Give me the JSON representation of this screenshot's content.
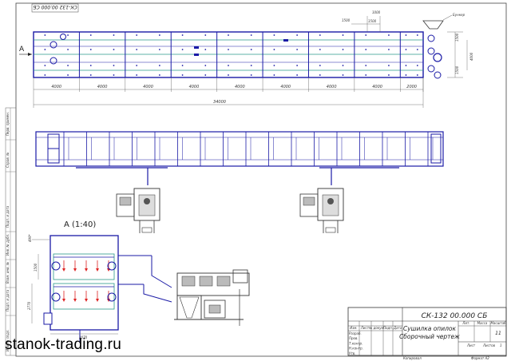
{
  "drawing": {
    "code": "СК-132 00.000 СБ",
    "code_rotated": "СК-132 00.000 СБ",
    "title_line1": "Сушилка опилок",
    "title_line2": "Сборочный чертеж",
    "sheet_number": "11",
    "format": "Формат А2",
    "copied": "Копировал",
    "mass_label": "Масса",
    "scale_label": "Масштаб",
    "lit_label": "Лит.",
    "sheet_label": "Лист",
    "sheets_label": "Листов",
    "sheets_count": "1",
    "stamp_headers": [
      "Изм.",
      "Лист",
      "№ докум.",
      "Подп.",
      "Дата"
    ],
    "stamp_roles": [
      "Разраб.",
      "Пров.",
      "Т.контр.",
      "Н.контр.",
      "Утв."
    ]
  },
  "top_view": {
    "section_label": "A",
    "bunker_label": "Бункер",
    "segment_dims": [
      "4000",
      "4000",
      "4000",
      "4000",
      "4000",
      "4000",
      "4000",
      "4000",
      "2000"
    ],
    "total_length": "34000",
    "top_dims": [
      "1000",
      "1500",
      "1500"
    ],
    "right_dims": [
      "1500",
      "4000",
      "1500"
    ]
  },
  "detail": {
    "title": "A (1:40)",
    "dims": [
      "1500",
      "2770",
      "2070",
      "499*"
    ]
  },
  "side_stamp": {
    "labels": [
      "Перв. примен.",
      "Справ. №",
      "Подп. и дата",
      "Инв. № дубл.",
      "Взам. инв. №",
      "Подп. и дата",
      "Инв. № подл."
    ]
  },
  "watermark": "stanok-trading.ru"
}
